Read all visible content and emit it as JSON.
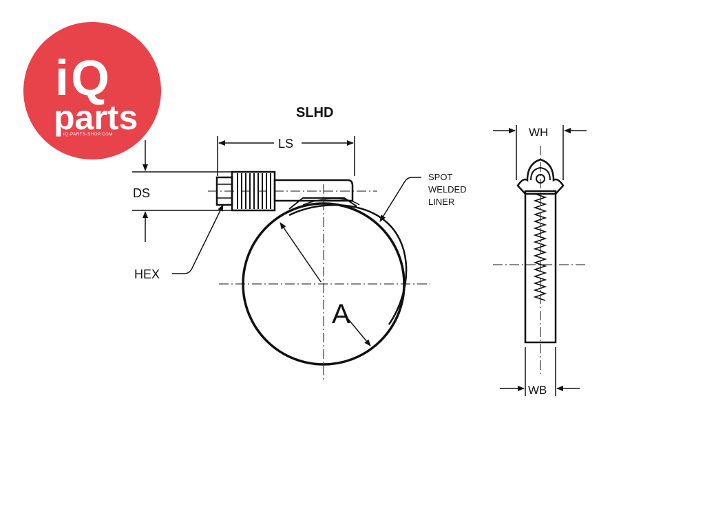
{
  "logo": {
    "brand_i": "i",
    "brand_q": "Q",
    "brand_word": "parts",
    "website": "IQ-PARTS-SHOP.COM",
    "color": "#e8434a"
  },
  "diagram": {
    "title": "SLHD",
    "labels": {
      "ls": "LS",
      "ds": "DS",
      "hex": "HEX",
      "a": "A",
      "spot": "SPOT",
      "welded": "WELDED",
      "liner": "LINER",
      "wh": "WH",
      "wb": "WB"
    }
  }
}
